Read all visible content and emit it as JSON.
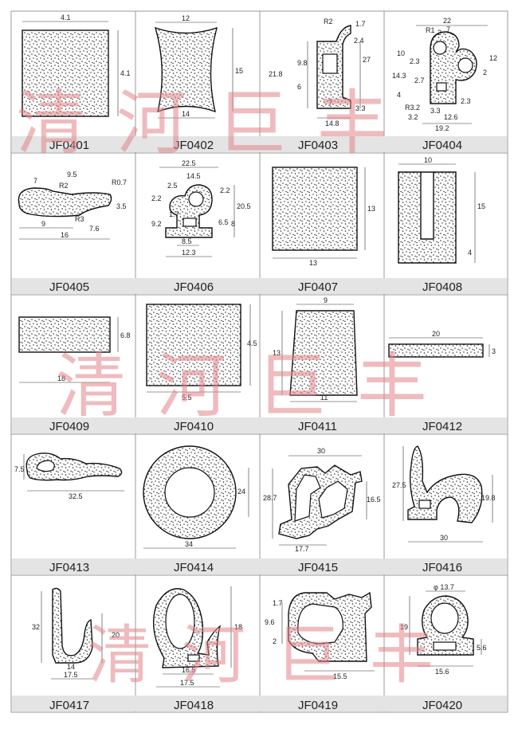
{
  "watermark": {
    "text": "清河巨丰",
    "color": "#e2858a"
  },
  "cells": [
    {
      "code": "JF0401",
      "dims": [
        "4.1",
        "4.1"
      ]
    },
    {
      "code": "JF0402",
      "dims": [
        "12",
        "15",
        "14"
      ]
    },
    {
      "code": "JF0403",
      "dims": [
        "R2",
        "1.7",
        "2.4",
        "27",
        "21.8",
        "9.8",
        "6",
        "7",
        "3.3",
        "14.8"
      ]
    },
    {
      "code": "JF0404",
      "dims": [
        "22",
        "R1",
        "2",
        "7",
        "10",
        "2.3",
        "12",
        "14.3",
        "2.7",
        "2",
        "4",
        "R3.2",
        "3.3",
        "2.3",
        "3.2",
        "12.6",
        "19.2"
      ]
    },
    {
      "code": "JF0405",
      "dims": [
        "7",
        "9.5",
        "R2",
        "R0.7",
        "3.5",
        "R3",
        "7.6",
        "9",
        "16"
      ]
    },
    {
      "code": "JF0406",
      "dims": [
        "22.5",
        "14.5",
        "2.5",
        "2.2",
        "2.2",
        "1.7",
        "9.2",
        "20.5",
        "6.5",
        "8",
        "8.5",
        "12.3"
      ]
    },
    {
      "code": "JF0407",
      "dims": [
        "13",
        "13"
      ]
    },
    {
      "code": "JF0408",
      "dims": [
        "10",
        "15",
        "4"
      ]
    },
    {
      "code": "JF0409",
      "dims": [
        "6.8",
        "18"
      ]
    },
    {
      "code": "JF0410",
      "dims": [
        "4.5",
        "5.5"
      ]
    },
    {
      "code": "JF0411",
      "dims": [
        "9",
        "13",
        "11"
      ]
    },
    {
      "code": "JF0412",
      "dims": [
        "20",
        "3"
      ]
    },
    {
      "code": "JF0413",
      "dims": [
        "7.5",
        "32.5"
      ]
    },
    {
      "code": "JF0414",
      "dims": [
        "24",
        "34"
      ]
    },
    {
      "code": "JF0415",
      "dims": [
        "30",
        "28.7",
        "16.5",
        "17.7"
      ]
    },
    {
      "code": "JF0416",
      "dims": [
        "27.5",
        "19.8",
        "30"
      ]
    },
    {
      "code": "JF0417",
      "dims": [
        "32",
        "20",
        "14",
        "17.5"
      ]
    },
    {
      "code": "JF0418",
      "dims": [
        "18",
        "16.5",
        "17.5"
      ]
    },
    {
      "code": "JF0419",
      "dims": [
        "1.7",
        "9.6",
        "2",
        "15.5"
      ]
    },
    {
      "code": "JF0420",
      "dims": [
        "φ 13.7",
        "19",
        "5.6",
        "15.6"
      ]
    }
  ]
}
